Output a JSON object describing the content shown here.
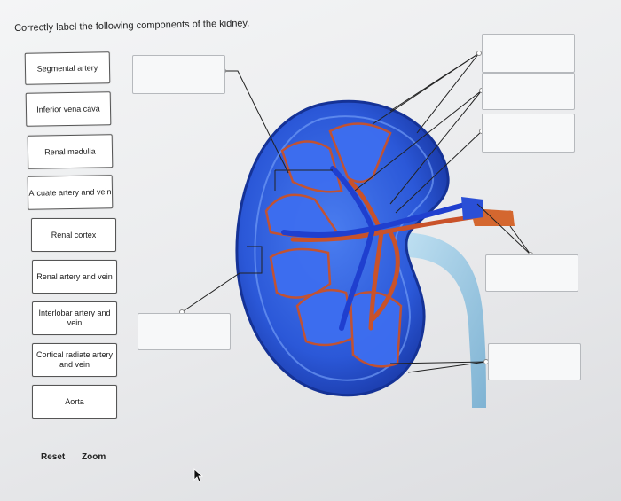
{
  "prompt": "Correctly label the following components of the kidney.",
  "labels": [
    "Segmental artery",
    "Inferior vena cava",
    "Renal medulla",
    "Arcuate artery and vein",
    "Renal cortex",
    "Renal artery and vein",
    "Interlobar artery and vein",
    "Cortical radiate artery and vein",
    "Aorta"
  ],
  "footer": {
    "reset": "Reset",
    "zoom": "Zoom"
  },
  "colors": {
    "kidney_blue": "#2f5fe0",
    "vessel_red": "#c9522a",
    "pelvis_blue": "#9fcbe6"
  }
}
